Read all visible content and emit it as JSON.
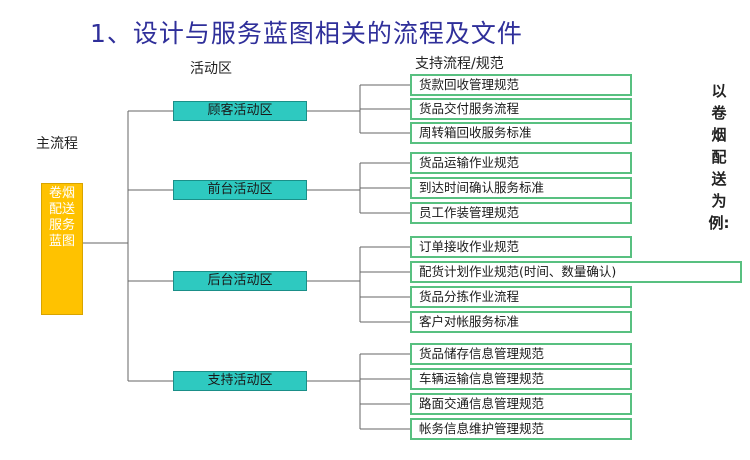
{
  "title": "1、设计与服务蓝图相关的流程及文件",
  "labels": {
    "activity_area": "活动区",
    "support": "支持流程/规范",
    "main_process": "主流程"
  },
  "main_box": "卷烟配送服务蓝图",
  "side_note": "以卷烟配送为例:",
  "areas": [
    {
      "label": "顾客活动区",
      "items": [
        "货款回收管理规范",
        "货品交付服务流程",
        "周转箱回收服务标准"
      ]
    },
    {
      "label": "前台活动区",
      "items": [
        "货品运输作业规范",
        "到达时间确认服务标准",
        "员工作装管理规范"
      ]
    },
    {
      "label": "后台活动区",
      "items": [
        "订单接收作业规范",
        "配货计划作业规范(时间、数量确认)",
        "货品分拣作业流程",
        "客户对帐服务标准"
      ]
    },
    {
      "label": "支持活动区",
      "items": [
        "货品储存信息管理规范",
        "车辆运输信息管理规范",
        "路面交通信息管理规范",
        "帐务信息维护管理规范"
      ]
    }
  ]
}
